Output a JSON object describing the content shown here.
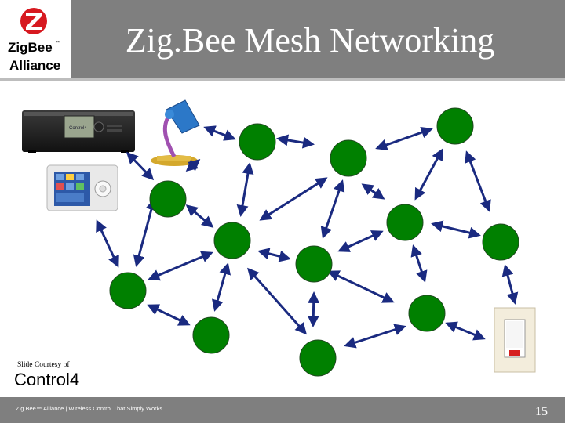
{
  "header": {
    "title": "Zig.Bee Mesh Networking",
    "bg_color": "#7f7f7f"
  },
  "logo": {
    "line1": "ZigBee",
    "tm": "™",
    "line2": "Alliance",
    "icon": "zigbee-z-logo-icon",
    "accent_color": "#d71920"
  },
  "devices": {
    "media_server_label": "Control4",
    "lamp": "lamp-icon",
    "touch_panel": "touch-panel-icon",
    "wall_switch": "light-switch-icon"
  },
  "courtesy": {
    "text": "Slide Courtesy of",
    "brand": "Control4"
  },
  "footer": {
    "text": "Zig.Bee™ Alliance | Wireless Control That Simply Works",
    "page_number": "15"
  },
  "colors": {
    "node_fill": "#008000",
    "node_stroke": "#1f4a1f",
    "arrow_color": "#1a2a80"
  }
}
